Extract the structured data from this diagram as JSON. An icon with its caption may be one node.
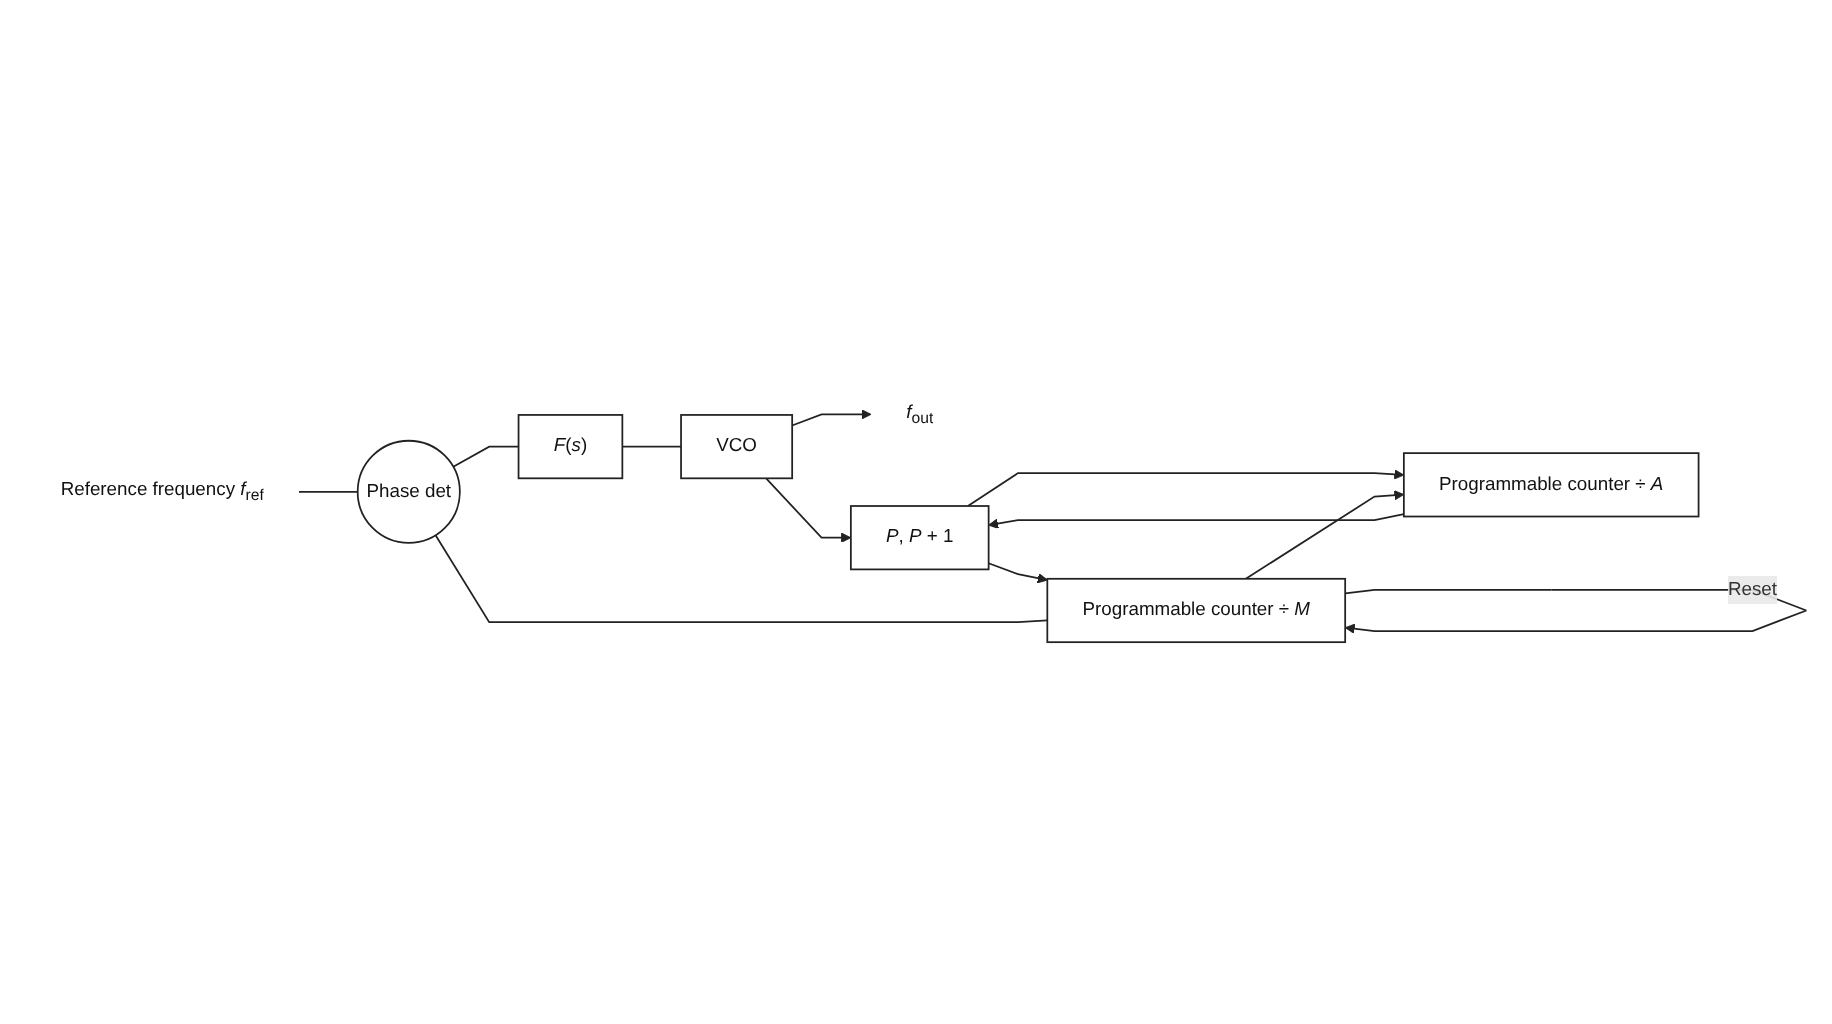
{
  "diagram": {
    "nodes": [
      {
        "text": [
          "Reference frequency *f*$_{ref}$"
        ]
      },
      {
        "text": [
          "Phase det"
        ]
      },
      {
        "text": [
          "*F*(*s*)"
        ]
      },
      {
        "text": [
          "VCO"
        ]
      },
      {
        "text": [
          "*f*$_{out}$"
        ]
      },
      {
        "text": [
          "*P*, *P* + 1"
        ]
      },
      {
        "text": [
          "Programmable counter ÷ *M*"
        ]
      },
      {
        "text": [
          "Programmable counter ÷ *A*"
        ]
      }
    ],
    "edges": [
      {
        "from": 0,
        "to": 1,
        "arrow": "none"
      },
      {
        "from": 1,
        "to": 2,
        "arrow": "none"
      },
      {
        "from": 2,
        "to": 3,
        "arrow": "none"
      },
      {
        "from": 3,
        "to": 4,
        "arrow": "to"
      },
      {
        "from": 3,
        "to": 5,
        "arrow": "to"
      },
      {
        "from": 5,
        "to": 6,
        "arrow": "to"
      },
      {
        "from": 5,
        "to": 7,
        "arrow": "to"
      },
      {
        "from": 7,
        "to": 5,
        "arrow": "to"
      },
      {
        "from": 6,
        "to": 1,
        "arrow": "none"
      },
      {
        "from": 6,
        "to": 6,
        "arrow": "to",
        "label": "Reset"
      },
      {
        "from": 6,
        "to": 7,
        "arrow": "to"
      }
    ]
  }
}
